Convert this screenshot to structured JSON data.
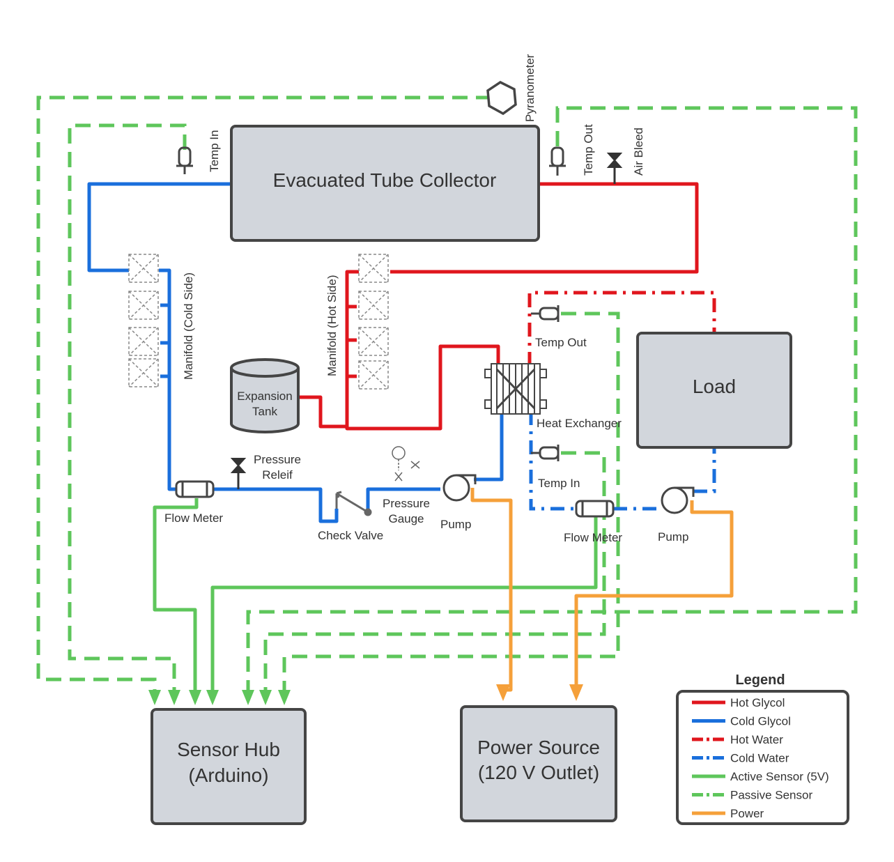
{
  "colors": {
    "hot_glycol": "#e0161d",
    "cold_glycol": "#1a6fdc",
    "hot_water": "#e0161d",
    "cold_water": "#1a6fdc",
    "active_sensor": "#5ec65b",
    "passive_sensor": "#5ec65b",
    "power": "#f5a03a",
    "box_fill": "#d2d6dc",
    "box_stroke": "#454545"
  },
  "boxes": {
    "collector": "Evacuated Tube Collector",
    "load": "Load",
    "sensor_hub_line1": "Sensor Hub",
    "sensor_hub_line2": "(Arduino)",
    "power_source_line1": "Power Source",
    "power_source_line2": "(120 V Outlet)",
    "expansion_tank_line1": "Expansion",
    "expansion_tank_line2": "Tank"
  },
  "labels": {
    "pyranometer": "Pyranometer",
    "temp_in_collector": "Temp In",
    "temp_out_collector": "Temp Out",
    "air_bleed": "Air Bleed",
    "manifold_cold": "Manifold (Cold Side)",
    "manifold_hot": "Manifold (Hot Side)",
    "pressure_relief_line1": "Pressure",
    "pressure_relief_line2": "Releif",
    "flow_meter_left": "Flow Meter",
    "check_valve": "Check Valve",
    "pressure_gauge_line1": "Pressure",
    "pressure_gauge_line2": "Gauge",
    "pump_left": "Pump",
    "temp_out_hx": "Temp Out",
    "heat_exchanger": "Heat Exchanger",
    "temp_in_hx": "Temp In",
    "flow_meter_right": "Flow Meter",
    "pump_right": "Pump"
  },
  "legend": {
    "title": "Legend",
    "items": [
      {
        "label": "Hot Glycol",
        "color": "#e0161d",
        "style": "solid"
      },
      {
        "label": "Cold Glycol",
        "color": "#1a6fdc",
        "style": "solid"
      },
      {
        "label": "Hot Water",
        "color": "#e0161d",
        "style": "dashdot"
      },
      {
        "label": "Cold Water",
        "color": "#1a6fdc",
        "style": "dashdot"
      },
      {
        "label": "Active Sensor (5V)",
        "color": "#5ec65b",
        "style": "solid"
      },
      {
        "label": "Passive Sensor",
        "color": "#5ec65b",
        "style": "dashdot"
      },
      {
        "label": "Power",
        "color": "#f5a03a",
        "style": "solid"
      }
    ]
  }
}
